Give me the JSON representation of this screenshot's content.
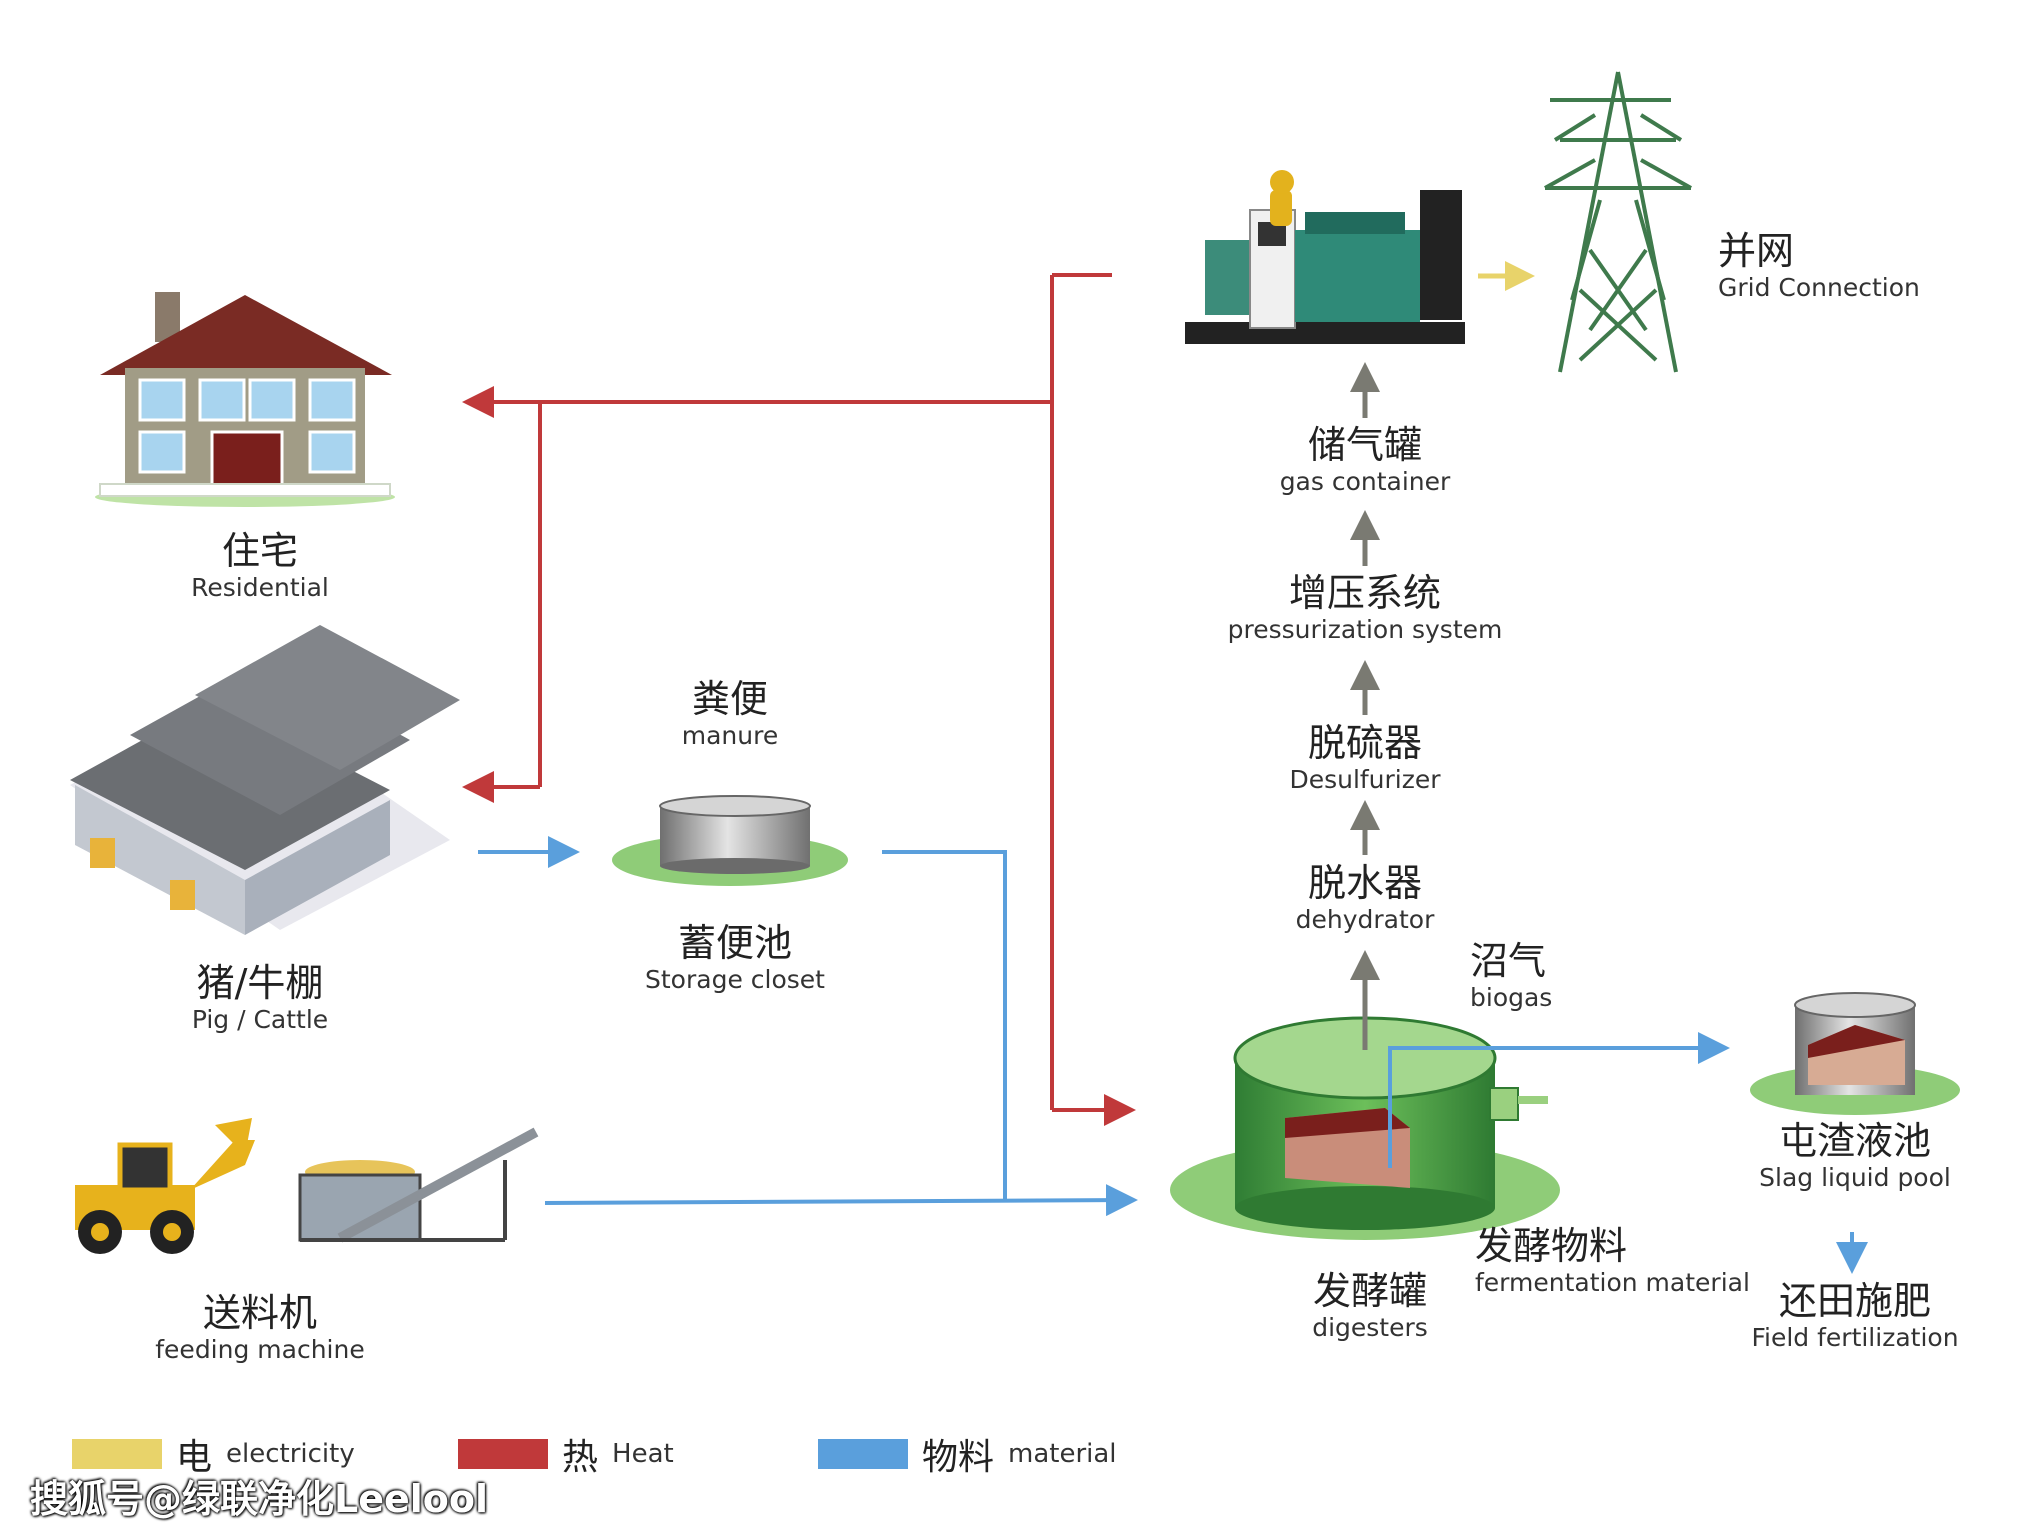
{
  "nodes": {
    "residential": {
      "cn": "住宅",
      "en": "Residential"
    },
    "pig_cattle": {
      "cn": "猪/牛棚",
      "en": "Pig / Cattle"
    },
    "feeding_machine": {
      "cn": "送料机",
      "en": "feeding machine"
    },
    "manure": {
      "cn": "粪便",
      "en": "manure"
    },
    "storage_closet": {
      "cn": "蓄便池",
      "en": "Storage closet"
    },
    "grid_connection": {
      "cn": "并网",
      "en": "Grid Connection"
    },
    "gas_container": {
      "cn": "储气罐",
      "en": "gas container"
    },
    "pressurization_system": {
      "cn": "增压系统",
      "en": "pressurization system"
    },
    "desulfurizer": {
      "cn": "脱硫器",
      "en": "Desulfurizer"
    },
    "dehydrator": {
      "cn": "脱水器",
      "en": "dehydrator"
    },
    "biogas": {
      "cn": "沼气",
      "en": "biogas"
    },
    "digesters": {
      "cn": "发酵罐",
      "en": "digesters"
    },
    "fermentation_material": {
      "cn": "发酵物料",
      "en": "fermentation material"
    },
    "slag_liquid_pool": {
      "cn": "屯渣液池",
      "en": "Slag liquid pool"
    },
    "field_fertilization": {
      "cn": "还田施肥",
      "en": "Field fertilization"
    }
  },
  "legend": [
    {
      "cn": "电",
      "en": "electricity",
      "color": "#e8d36a"
    },
    {
      "cn": "热",
      "en": "Heat",
      "color": "#c0393a"
    },
    {
      "cn": "物料",
      "en": "material",
      "color": "#5a9fdc"
    }
  ],
  "colors": {
    "electricity": "#e8d36a",
    "heat": "#c0393a",
    "material": "#5a9fdc",
    "process_arrow": "#7a7a72"
  },
  "watermark": "搜狐号@绿联净化Leelool"
}
